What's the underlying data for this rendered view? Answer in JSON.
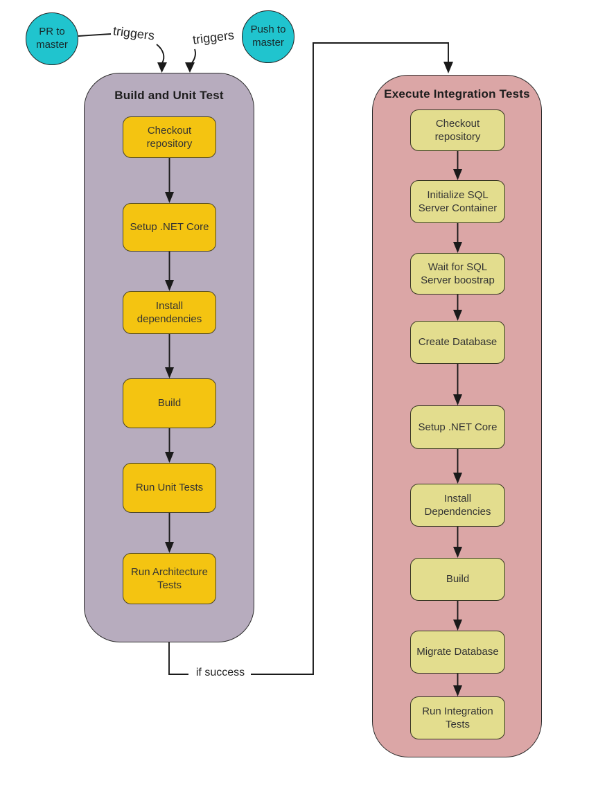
{
  "diagram": {
    "trigger_nodes": {
      "pr": {
        "label": "PR to master"
      },
      "push": {
        "label": "Push to master"
      }
    },
    "edges": {
      "triggers_pr": "triggers",
      "triggers_push": "triggers",
      "if_success": "if success"
    },
    "left_group": {
      "title": "Build and Unit Test",
      "steps": [
        {
          "label": "Checkout repository"
        },
        {
          "label": "Setup .NET Core"
        },
        {
          "label": "Install dependencies"
        },
        {
          "label": "Build"
        },
        {
          "label": "Run Unit Tests"
        },
        {
          "label": "Run Architecture Tests"
        }
      ]
    },
    "right_group": {
      "title": "Execute Integration Tests",
      "steps": [
        {
          "label": "Checkout repository"
        },
        {
          "label": "Initialize SQL Server Container"
        },
        {
          "label": "Wait for SQL Server boostrap"
        },
        {
          "label": "Create Database"
        },
        {
          "label": "Setup .NET Core"
        },
        {
          "label": "Install Dependencies"
        },
        {
          "label": "Build"
        },
        {
          "label": "Migrate Database"
        },
        {
          "label": "Run Integration Tests"
        }
      ]
    },
    "colors": {
      "trigger_circle_fill": "#20c4ce",
      "left_group_fill": "#b7acbe",
      "right_group_fill": "#dba6a6",
      "left_step_fill": "#f4c411",
      "right_step_fill": "#e3dd8e",
      "line_color": "#1a1a1a"
    }
  }
}
